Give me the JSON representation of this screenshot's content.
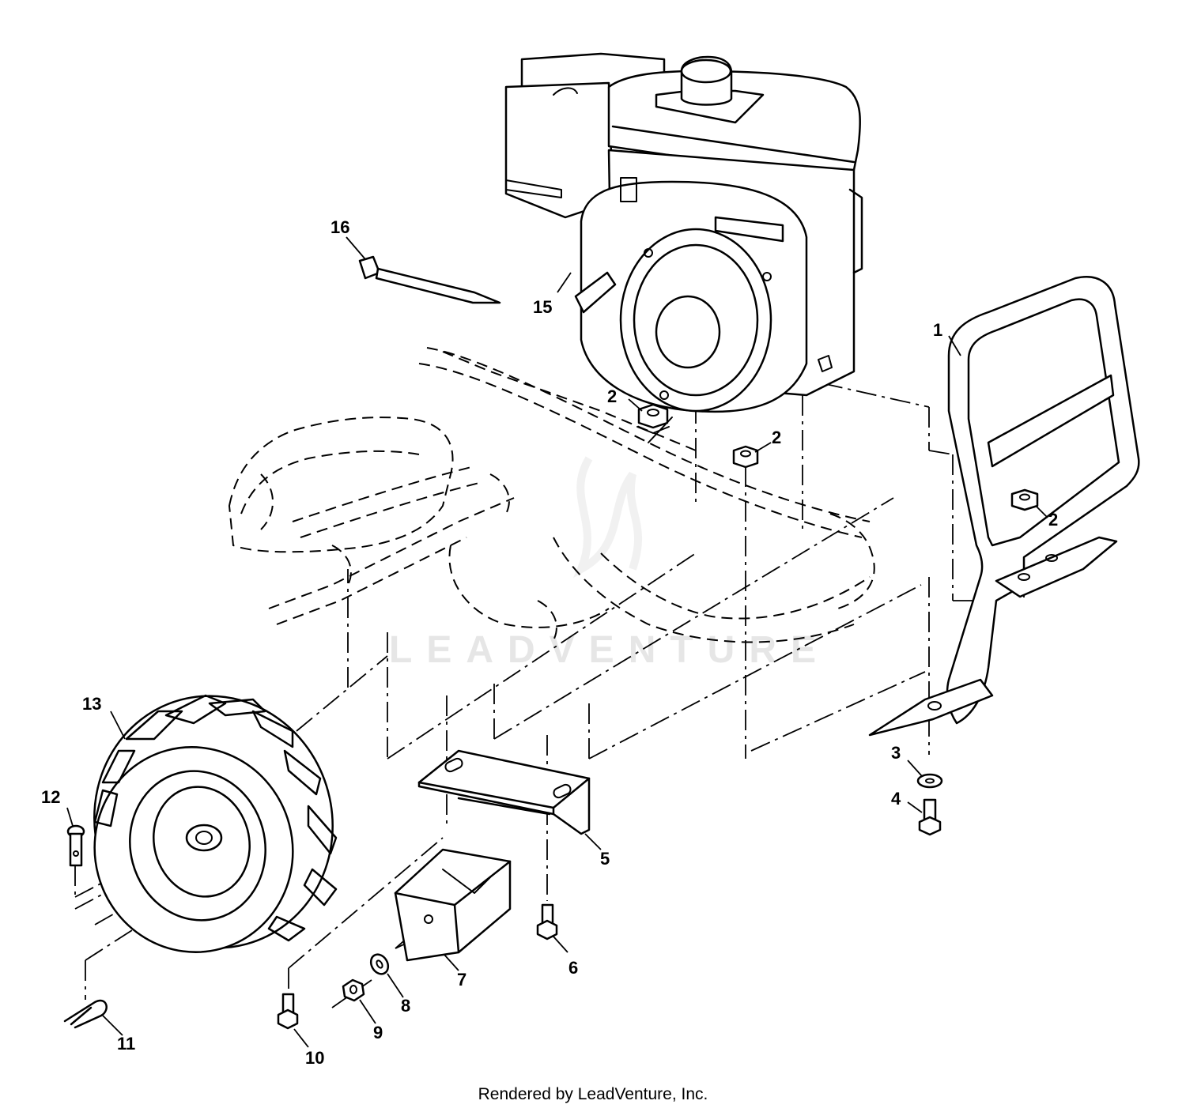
{
  "watermark": "LEADVENTURE",
  "footer": "Rendered by LeadVenture, Inc.",
  "callouts": {
    "c1": "1",
    "c2a": "2",
    "c2b": "2",
    "c2c": "2",
    "c3": "3",
    "c4": "4",
    "c5": "5",
    "c6": "6",
    "c7": "7",
    "c8": "8",
    "c9": "9",
    "c10": "10",
    "c11": "11",
    "c12": "12",
    "c13": "13",
    "c15": "15",
    "c16": "16"
  }
}
